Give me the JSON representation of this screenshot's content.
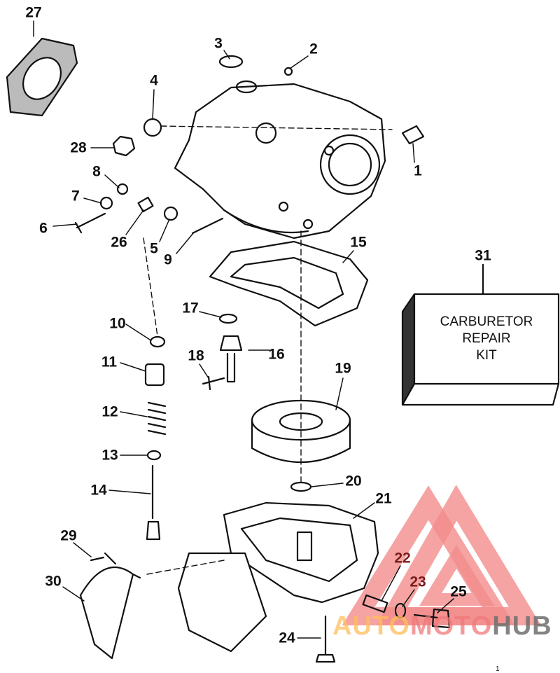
{
  "diagram": {
    "title": "Carburetor exploded parts diagram",
    "callouts": [
      "27",
      "3",
      "2",
      "4",
      "28",
      "1",
      "8",
      "7",
      "6",
      "26",
      "5",
      "9",
      "15",
      "31",
      "17",
      "16",
      "10",
      "11",
      "18",
      "19",
      "12",
      "13",
      "20",
      "14",
      "21",
      "29",
      "22",
      "30",
      "23",
      "25",
      "24"
    ],
    "kit_label": {
      "line1": "CARBURETOR",
      "line2": "REPAIR",
      "line3": "KIT"
    },
    "page_mark": "1"
  },
  "watermark": {
    "part1": "AUTO",
    "part2": "MOTO",
    "part3": "HUB",
    "colors": {
      "auto": "#ffbe5a",
      "moto": "#f07878",
      "hub": "#6e6e6e",
      "triangle": "#f28c8c"
    }
  }
}
